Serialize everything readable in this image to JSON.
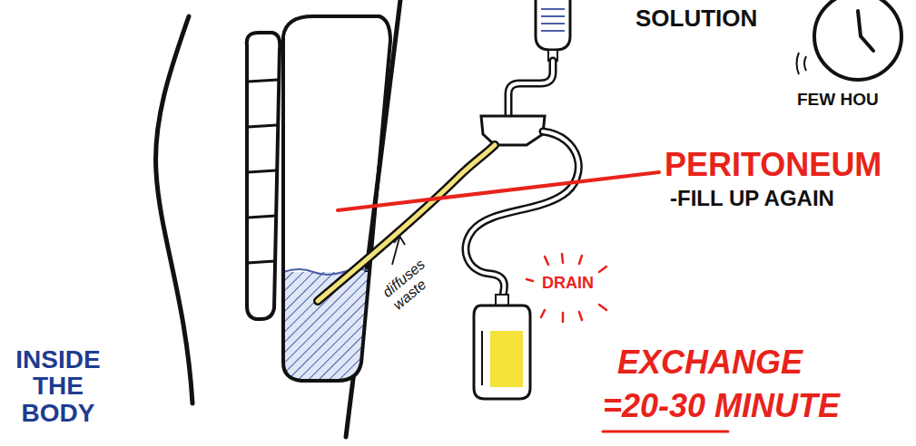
{
  "diagram": {
    "labels": [
      "SOLUTION",
      "FEW HOU",
      "PERITONEUM",
      "-FILL UP AGAIN",
      "diffuses waste",
      "DRAIN",
      "EXCHANGE",
      "=20-30 MINUTE",
      "INSIDE THE BODY"
    ]
  }
}
